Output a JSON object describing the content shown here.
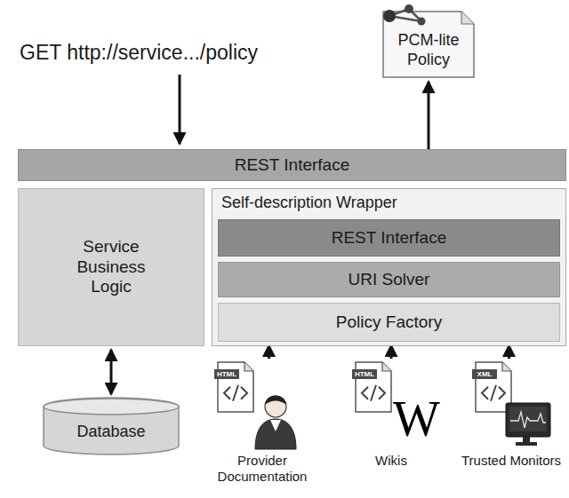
{
  "diagram": {
    "nodes": [
      {
        "text": [
          "PCM-lite Policy"
        ]
      },
      {
        "text": [
          "REST Interface"
        ]
      },
      {
        "text": [
          "Service Business Logic"
        ]
      },
      {
        "text": [
          "Self-description Wrapper"
        ]
      },
      {
        "text": [
          "REST Interface"
        ],
        "in": 3
      },
      {
        "text": [
          "URI Solver"
        ],
        "in": 3
      },
      {
        "text": [
          "Policy Factory"
        ],
        "in": 3
      },
      {
        "text": [
          "Database"
        ]
      },
      {
        "text": [
          "Provider Documentation"
        ]
      },
      {
        "text": [
          "Wikis"
        ]
      },
      {
        "text": [
          "Trusted Monitors"
        ]
      }
    ],
    "edges": [
      {
        "from": 1,
        "to": 0,
        "arrow": "to"
      },
      {
        "from": 2,
        "to": 7,
        "arrow": "both"
      },
      {
        "from": 8,
        "to": 6,
        "arrow": "to"
      },
      {
        "from": 9,
        "to": 6,
        "arrow": "to"
      },
      {
        "from": 10,
        "to": 6,
        "arrow": "to"
      }
    ],
    "labels": [
      "GET http://service.../policy",
      "HTML",
      "HTML",
      "W",
      "XML"
    ]
  }
}
